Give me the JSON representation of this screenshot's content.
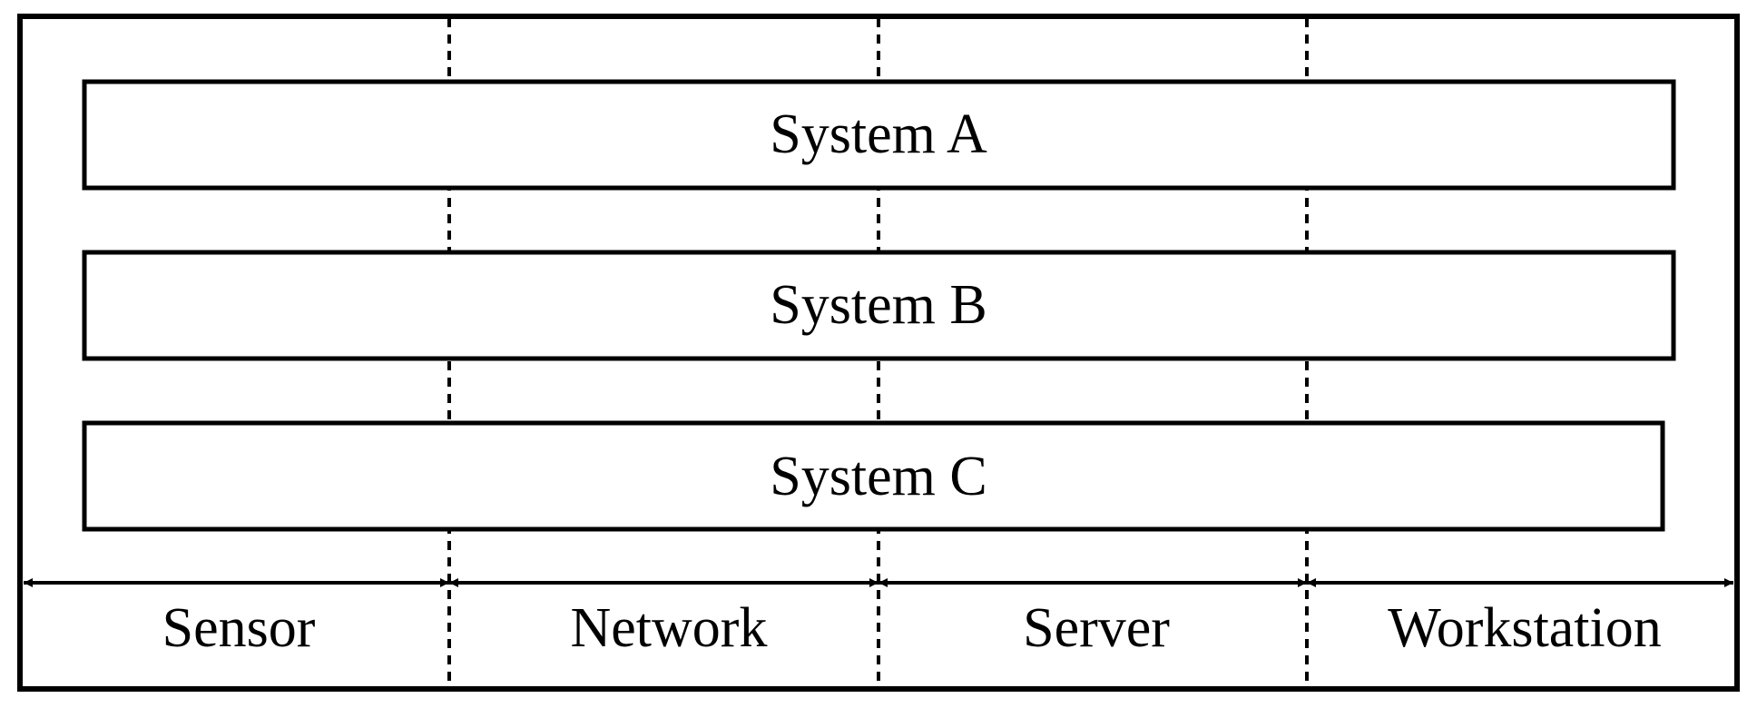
{
  "colors": {
    "stroke": "#000000",
    "background": "#ffffff"
  },
  "systems": [
    {
      "label": "System A"
    },
    {
      "label": "System B"
    },
    {
      "label": "System C"
    }
  ],
  "zones": [
    {
      "label": "Sensor"
    },
    {
      "label": "Network"
    },
    {
      "label": "Server"
    },
    {
      "label": "Workstation"
    }
  ]
}
